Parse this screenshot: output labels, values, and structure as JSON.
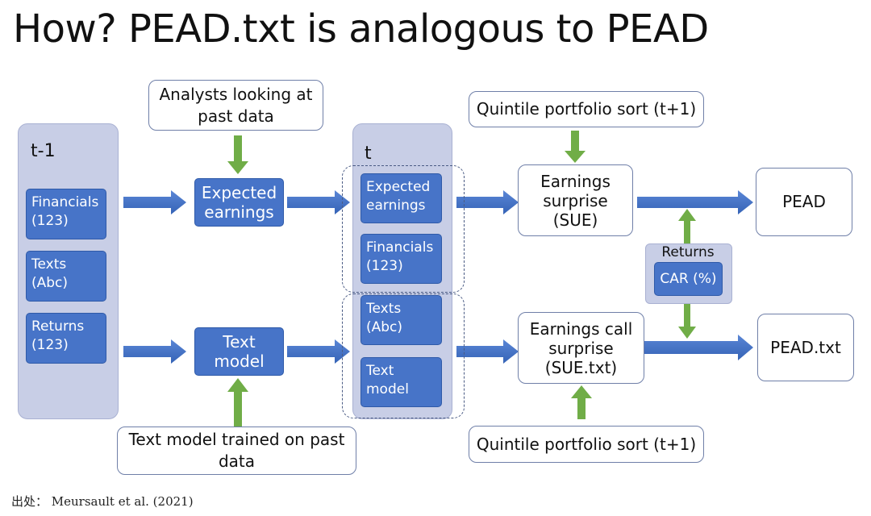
{
  "title": "How? PEAD.txt is analogous to PEAD",
  "columns": {
    "t_minus_1": {
      "label": "t-1",
      "items": [
        "Financials\n(123)",
        "Texts\n(Abc)",
        "Returns\n(123)"
      ]
    },
    "t": {
      "label": "t",
      "upper": [
        "Expected\nearnings",
        "Financials\n(123)"
      ],
      "lower": [
        "Texts\n(Abc)",
        "Text\nmodel"
      ]
    }
  },
  "boxes": {
    "analysts": "Analysts looking at\npast data",
    "expected_earnings": "Expected\nearnings",
    "text_model": "Text\nmodel",
    "text_model_trained": "Text model trained on past\ndata",
    "quintile_top": "Quintile portfolio sort (t+1)",
    "quintile_bottom": "Quintile portfolio sort (t+1)",
    "earnings_surprise": "Earnings\nsurprise\n(SUE)",
    "earnings_call_surprise": "Earnings call\nsurprise\n(SUE.txt)",
    "pead": "PEAD",
    "pead_txt": "PEAD.txt",
    "returns_label": "Returns",
    "car": "CAR (%)"
  },
  "source": "出处：  Meursault et al. (2021)",
  "colors": {
    "blue_arrow": "#4472c4",
    "green_arrow": "#70ad47",
    "panel": "#c8cee6",
    "box_blue": "#4774c8"
  }
}
